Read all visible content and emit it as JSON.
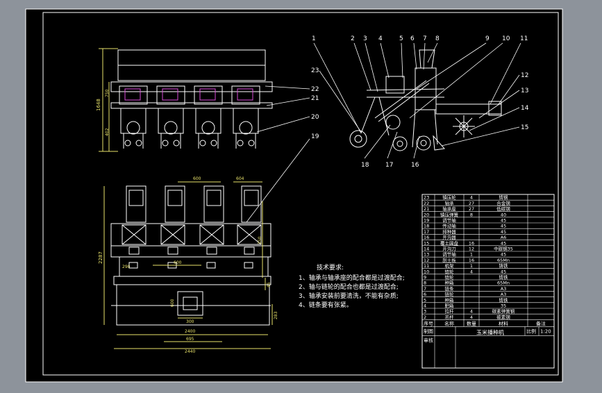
{
  "colors": {
    "bezel": "#8d939b",
    "paper": "#000000",
    "line": "#ffffff",
    "dim": "#e8e26a",
    "accent": "#d84bd8",
    "green": "#4fd24f"
  },
  "callouts": {
    "top": [
      "1",
      "2",
      "3",
      "4",
      "5",
      "6",
      "7",
      "8",
      "9",
      "10",
      "11"
    ],
    "right": [
      "12",
      "13",
      "14",
      "15"
    ],
    "bottom": [
      "18",
      "17",
      "16"
    ],
    "left": [
      "23"
    ],
    "front_view": [
      "22",
      "21",
      "20",
      "19"
    ]
  },
  "dimensions": {
    "height_total": "1648",
    "upper": "750",
    "lower": "402",
    "spacing": "600",
    "row_width": "604",
    "half": "600",
    "small": "290",
    "body_height": "2287",
    "offset": "350",
    "tank_w": "600",
    "tank_h": "600",
    "tank_base": "300",
    "width_a": "2400",
    "width_b": "695",
    "width_c": "2440",
    "side_a": "45",
    "side_b": "283",
    "small_b": "245"
  },
  "tech": {
    "title": "技术要求:",
    "items": [
      "1、轴承与轴承座的配合都是过渡配合;",
      "2、轴与链轮的配合也都是过渡配合;",
      "3、轴承安装前要清洗，不能有杂质;",
      "4、链条要有张紧。"
    ]
  },
  "bom": {
    "rows": [
      [
        "23",
        "镇压轮",
        "4",
        "铸钢",
        ""
      ],
      [
        "22",
        "轴承",
        "27",
        "合金钢",
        ""
      ],
      [
        "21",
        "轴承座",
        "27",
        "低碳钢",
        ""
      ],
      [
        "20",
        "镇压弹簧",
        "8",
        "40",
        ""
      ],
      [
        "19",
        "调节轴",
        "",
        "45",
        ""
      ],
      [
        "18",
        "传动轴",
        "",
        "45",
        ""
      ],
      [
        "17",
        "排种器",
        "",
        "45",
        ""
      ],
      [
        "16",
        "开沟器",
        "",
        "A6",
        ""
      ],
      [
        "15",
        "覆土圆盘",
        "16",
        "45",
        ""
      ],
      [
        "14",
        "开沟刀",
        "12",
        "中碳钢35",
        ""
      ],
      [
        "13",
        "调节轴",
        "1",
        "45",
        ""
      ],
      [
        "12",
        "刮土板",
        "16",
        "65Mn",
        ""
      ],
      [
        "11",
        "机架",
        "1",
        "铸铁",
        ""
      ],
      [
        "10",
        "链轮",
        "4",
        "45",
        ""
      ],
      [
        "9",
        "链轮",
        "",
        "铸铁",
        ""
      ],
      [
        "8",
        "种箱",
        "",
        "65Mn",
        ""
      ],
      [
        "7",
        "链条",
        "",
        "A3",
        ""
      ],
      [
        "6",
        "链轮",
        "",
        "A3",
        ""
      ],
      [
        "5",
        "种箱",
        "",
        "铸铁",
        ""
      ],
      [
        "4",
        "肥箱",
        "",
        "35",
        ""
      ],
      [
        "3",
        "拉杆",
        "4",
        "碳素弹簧钢",
        ""
      ],
      [
        "2",
        "吊杆",
        "4",
        "碳素钢",
        ""
      ]
    ],
    "header": [
      "序号",
      "名称",
      "数量",
      "材料",
      "备注"
    ],
    "label_draw": "制图",
    "label_check": "审核",
    "title": "玉米播种机",
    "scale_label": "比例",
    "scale_value": "1:20"
  }
}
